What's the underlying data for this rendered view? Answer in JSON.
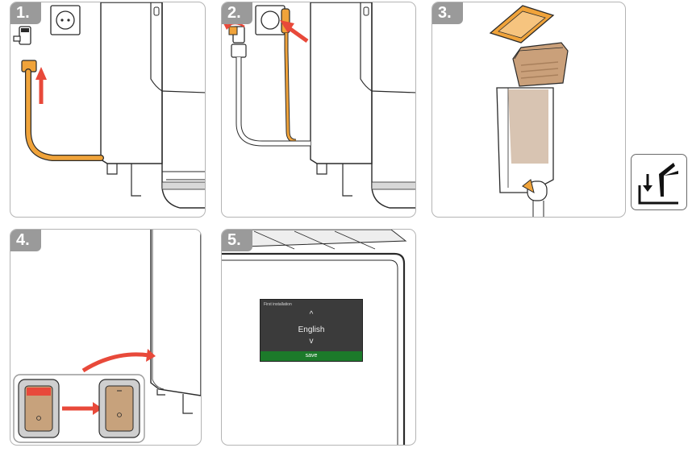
{
  "steps": [
    {
      "label": "1."
    },
    {
      "label": "2."
    },
    {
      "label": "3."
    },
    {
      "label": "4."
    },
    {
      "label": "5."
    }
  ],
  "display": {
    "title": "First installation",
    "language": "English",
    "up_glyph": "^",
    "down_glyph": "v",
    "save_label": "save"
  },
  "colors": {
    "hose": "#f0a33a",
    "arrow": "#e8493a",
    "outline": "#2a2a2a",
    "badge": "#9a9a9a",
    "screen": "#3b3b3b",
    "save_bar": "#1c7a2a"
  },
  "icons": [
    "water-tap-icon",
    "power-socket-icon",
    "hose-icon",
    "power-plug-icon",
    "red-arrow-icon",
    "bean-hopper-lid-icon",
    "coffee-bean-bag-icon",
    "bean-container-icon",
    "fill-beans-icon",
    "power-switch-icon"
  ]
}
